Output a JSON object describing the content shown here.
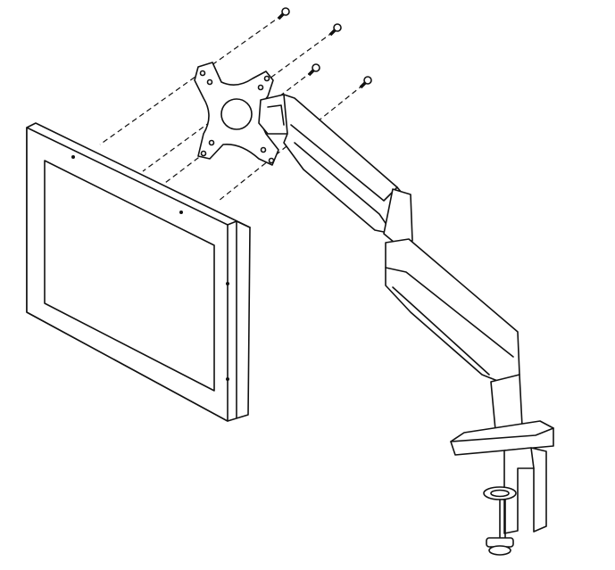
{
  "diagram": {
    "stroke_color": "#111111",
    "background_color": "#ffffff",
    "parts": [
      "monitor",
      "vesa-plate",
      "screws",
      "gas-spring-arm",
      "desk-clamp"
    ]
  }
}
